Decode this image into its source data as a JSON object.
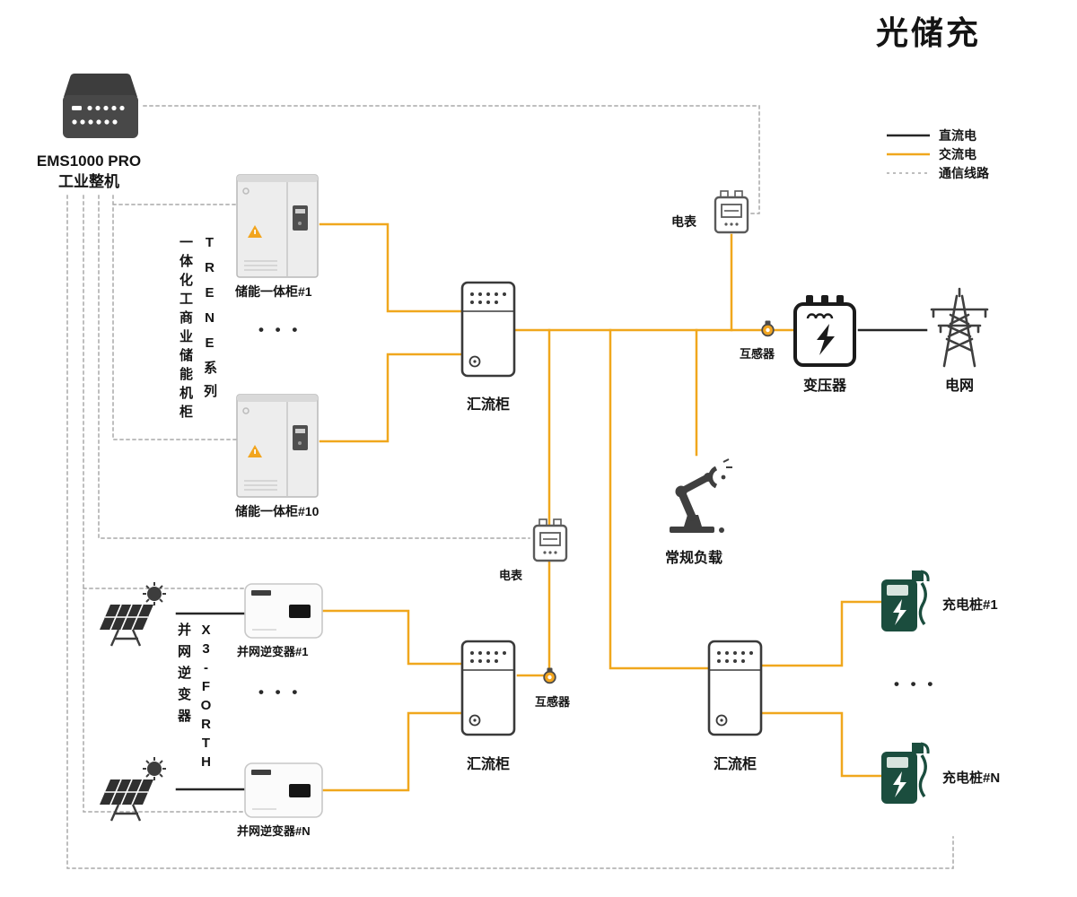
{
  "title": "光储充",
  "legend": {
    "dc": "直流电",
    "ac": "交流电",
    "comm": "通信线路"
  },
  "colors": {
    "ac": "#F0A71D",
    "dc": "#262626",
    "comm": "#A8A8A8",
    "pile": "#1B4D3E",
    "warn": "#F2A51F"
  },
  "labels": {
    "ems_model": "EMS1000 PRO",
    "ems_type": "工业整机",
    "storage_series_en": "TRENE系列",
    "storage_series_cn": "一体化工商业储能机柜",
    "cabinet_1": "储能一体柜#1",
    "cabinet_10": "储能一体柜#10",
    "combiner": "汇流柜",
    "meter": "电表",
    "ct": "互感器",
    "transformer": "变压器",
    "grid": "电网",
    "load": "常规负载",
    "inverter_series_en": "X3-FORTH",
    "inverter_series_cn": "并网逆变器",
    "inverter_1": "并网逆变器#1",
    "inverter_n": "并网逆变器#N",
    "pile_1": "充电桩#1",
    "pile_n": "充电桩#N",
    "ellipsis": "• • •"
  }
}
